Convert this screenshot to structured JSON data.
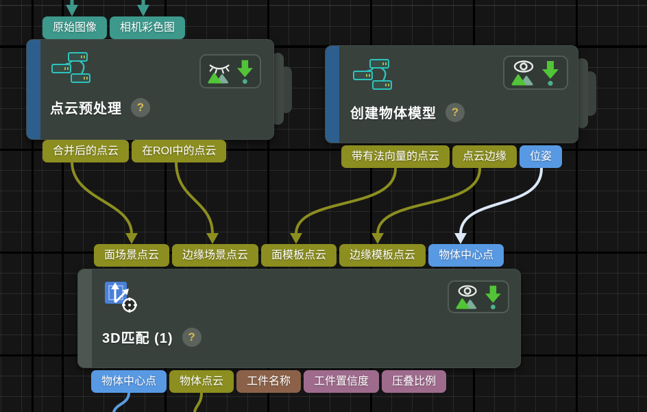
{
  "app": {
    "view": "vision-project-node-graph",
    "grid": "on"
  },
  "colors": {
    "canvas_bg": "#151515",
    "node_body": "#39413d",
    "node_accent_blue": "#2c5f8d",
    "node_accent_gray": "#4d5751",
    "port_image": "#3d998c",
    "port_cloud": "#8c8e20",
    "port_pose": "#5899e3",
    "port_name": "#8b6249",
    "port_metric": "#9f6b8d",
    "wire_cloud": "#8c8e20",
    "wire_image": "#3d998c",
    "wire_pose_light": "#dce8f7",
    "wire_pose": "#5b9ce0",
    "icon_green": "#52c437",
    "icon_teal": "#2cc4bc",
    "help_yellow": "#d7b94e"
  },
  "nodes": [
    {
      "title": "点云预处理",
      "help": "?",
      "icon": "procedure-steps-icon",
      "visibility": "eye-closed",
      "stacked": true,
      "inputs": [
        {
          "label": "原始图像",
          "type": "image"
        },
        {
          "label": "相机彩色图",
          "type": "image"
        }
      ],
      "outputs": [
        {
          "label": "合并后的点云",
          "type": "cloud"
        },
        {
          "label": "在ROI中的点云",
          "type": "cloud"
        }
      ]
    },
    {
      "title": "创建物体模型",
      "help": "?",
      "icon": "procedure-steps-icon",
      "visibility": "eye-open",
      "stacked": true,
      "inputs": [],
      "outputs": [
        {
          "label": "带有法向量的点云",
          "type": "cloud"
        },
        {
          "label": "点云边缘",
          "type": "cloud"
        },
        {
          "label": "位姿",
          "type": "pose"
        }
      ]
    },
    {
      "title": "3D匹配 (1)",
      "help": "?",
      "icon": "3d-match-icon",
      "visibility": "eye-open",
      "stacked": false,
      "inputs": [
        {
          "label": "面场景点云",
          "type": "cloud"
        },
        {
          "label": "边缘场景点云",
          "type": "cloud"
        },
        {
          "label": "面模板点云",
          "type": "cloud"
        },
        {
          "label": "边缘模板点云",
          "type": "cloud"
        },
        {
          "label": "物体中心点",
          "type": "pose"
        }
      ],
      "outputs": [
        {
          "label": "物体中心点",
          "type": "pose"
        },
        {
          "label": "物体点云",
          "type": "cloud"
        },
        {
          "label": "工件名称",
          "type": "name"
        },
        {
          "label": "工件置信度",
          "type": "metric"
        },
        {
          "label": "压叠比例",
          "type": "metric"
        }
      ]
    }
  ],
  "connections": [
    {
      "from": "offscreen-above",
      "to": "点云预处理.原始图像",
      "color_role": "image"
    },
    {
      "from": "offscreen-above",
      "to": "点云预处理.相机彩色图",
      "color_role": "image"
    },
    {
      "from": "点云预处理.合并后的点云",
      "to": "3D匹配 (1).面场景点云",
      "color_role": "cloud"
    },
    {
      "from": "点云预处理.在ROI中的点云",
      "to": "3D匹配 (1).边缘场景点云",
      "color_role": "cloud"
    },
    {
      "from": "创建物体模型.带有法向量的点云",
      "to": "3D匹配 (1).面模板点云",
      "color_role": "cloud"
    },
    {
      "from": "创建物体模型.点云边缘",
      "to": "3D匹配 (1).边缘模板点云",
      "color_role": "cloud"
    },
    {
      "from": "创建物体模型.位姿",
      "to": "3D匹配 (1).物体中心点",
      "color_role": "pose_light"
    },
    {
      "from": "3D匹配 (1).物体中心点",
      "to": "offscreen-below",
      "color_role": "pose"
    },
    {
      "from": "3D匹配 (1).物体点云",
      "to": "offscreen-below",
      "color_role": "cloud"
    }
  ]
}
